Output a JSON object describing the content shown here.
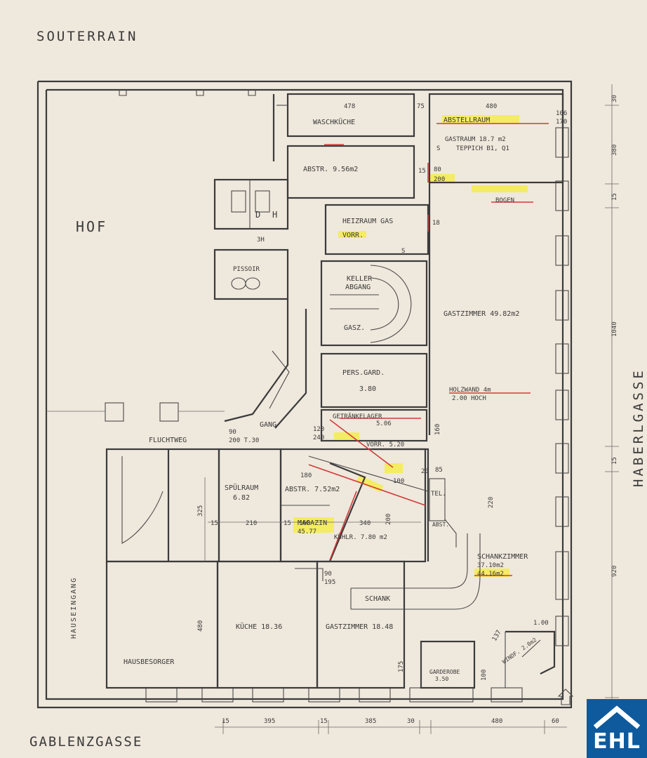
{
  "title_top": "SOUTERRAIN",
  "title_bottom": "GABLENZGASSE",
  "street_right": "HABERLGASSE",
  "logo_text": "EHL",
  "rooms": {
    "hof": "HOF",
    "waschkuche": "WASCHKÜCHE",
    "abstellraum": "ABSTELLRAUM",
    "gastraum": "GASTRAUM 18.7 m2",
    "teppich": "TEPPICH B1, Q1",
    "abstr_top": "ABSTR. 9.56m2",
    "heizraum": "HEIZRAUM GAS",
    "vorr_top": "VORR.",
    "keller": "KELLER",
    "abgang": "ABGANG",
    "gasz": "GASZ.",
    "gastzimmer_main": "GASTZIMMER 49.82m2",
    "pers_gard": "PERS.GARD.",
    "pers_gard_val": "3.80",
    "holzwand": "HOLZWAND 4m",
    "holzwand_2": "2.00 HOCH",
    "getraenkelager": "GETRÄNKELAGER",
    "getraenkelager_val": "5.06",
    "vorr_mid": "VORR. 5.20",
    "gang": "GANG",
    "fluchtweg": "FLUCHTWEG",
    "spulraum": "SPÜLRAUM",
    "spulraum_val": "6.82",
    "abstr_mid": "ABSTR. 7.52m2",
    "magazin": "MAGAZIN",
    "magazin_val": "45.77",
    "kuhlr": "KÜHLR. 7.80 m2",
    "tel": "TEL.",
    "abst": "ABST.",
    "schankzimmer": "SCHANKZIMMER",
    "schankzimmer_val": "37.10m2",
    "schankzimmer_val2": "44.16m2",
    "schank": "SCHANK",
    "hauseingang": "HAUSEINGANG",
    "kuche": "KÜCHE 18.36",
    "gastzimmer_small": "GASTZIMMER 18.48",
    "hausbesorger": "HAUSBESORGER",
    "garderobe": "GARDEROBE",
    "garderobe_val": "3.50",
    "winde": "WINDF. 2.0m2",
    "bogen": "BOGEN",
    "pissoir": "PISSOIR",
    "wc_d": "D",
    "wc_h": "H"
  },
  "dims": {
    "d478": "478",
    "d75": "75",
    "d480": "480",
    "d106": "106",
    "d170": "170",
    "d30r": "30",
    "d380": "380",
    "d15r": "15",
    "d1040": "1040",
    "d15r2": "15",
    "d920": "920",
    "d15b": "15",
    "d395": "395",
    "d15b2": "15",
    "d385": "385",
    "d30b": "30",
    "d480b": "480",
    "d60": "60",
    "d325": "325",
    "d480l": "480",
    "d210": "210",
    "d160": "160",
    "d340": "340",
    "d200": "200",
    "d15m": "15",
    "d15m2": "15",
    "d175": "175",
    "d100": "100",
    "d137": "137",
    "d1_00": "1.00",
    "d90_200": "90",
    "d200t30": "200 T.30",
    "d120": "120",
    "d240": "240",
    "d180": "180",
    "d18": "18",
    "d80_200": "80",
    "d200s": "200",
    "d220": "220",
    "d85": "85",
    "d90_195": "90",
    "d195": "195",
    "d160b": "160",
    "s1": "S",
    "s2": "S",
    "d15door": "15",
    "d3h": "3H",
    "d20": "20",
    "d100b": "100"
  }
}
